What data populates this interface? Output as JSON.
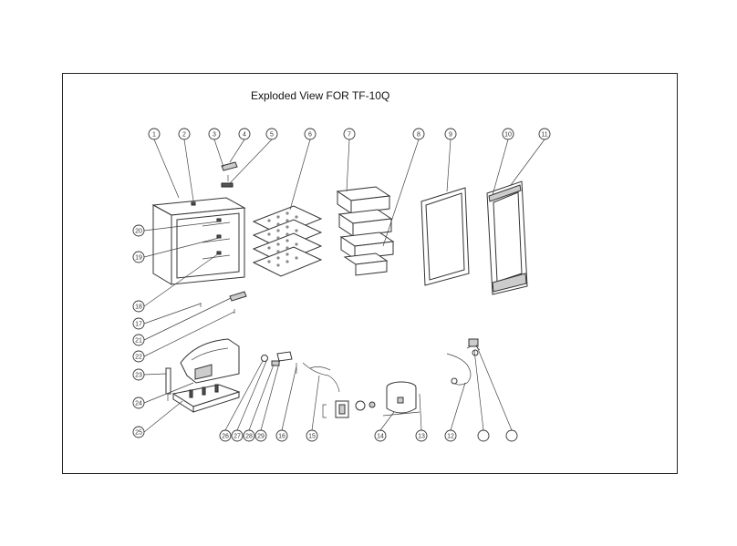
{
  "title": "Exploded View FOR TF-10Q",
  "callout_numbers": [
    "1",
    "2",
    "3",
    "4",
    "5",
    "6",
    "7",
    "8",
    "9",
    "10",
    "11",
    "20",
    "19",
    "18",
    "17",
    "21",
    "22",
    "23",
    "24",
    "25",
    "26",
    "27",
    "28",
    "29",
    "16",
    "15",
    "14",
    "13",
    "12"
  ],
  "colors": {
    "line": "#333333",
    "background": "#ffffff",
    "shade": "#cccccc"
  }
}
